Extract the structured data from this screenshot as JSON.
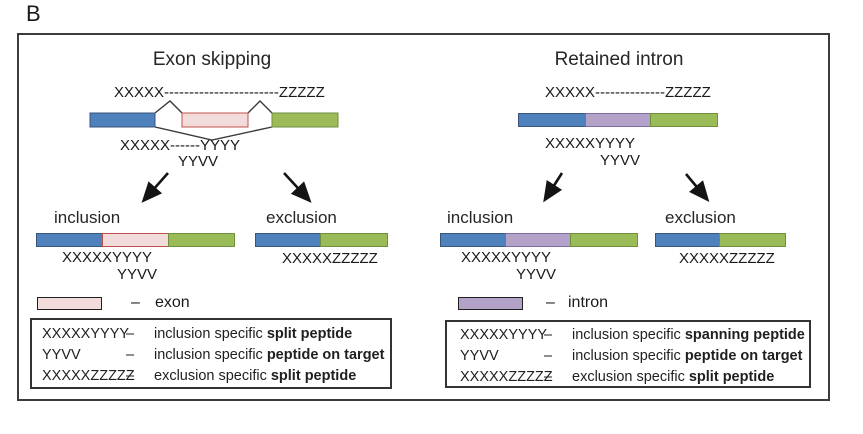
{
  "figure_label": "B",
  "colors": {
    "exon_blue": "#4f81bd",
    "alt_exon_pink_fill": "#f2dcdb",
    "alt_exon_pink_border": "#c0504d",
    "exon_green": "#9bbb59",
    "intron_purple_fill": "#b3a2c7",
    "intron_purple_border": "#7e6ba0"
  },
  "icons": {
    "inclusion_arrow": "down-left-arrow",
    "exclusion_arrow": "down-right-arrow"
  },
  "panels": {
    "exon_skipping": {
      "title": "Exon skipping",
      "pre_mrna_sequence": "XXXXX-----------------------ZZZZZ",
      "junction_sequence_line1": "XXXXX------YYYY",
      "junction_sequence_line2": "YYVV",
      "inclusion": {
        "label": "inclusion",
        "peptide_line1": "XXXXXYYYY",
        "peptide_line2": "YYVV"
      },
      "exclusion": {
        "label": "exclusion",
        "peptide": "XXXXXZZZZZ"
      },
      "feature_legend": {
        "dash": "–",
        "label": "exon"
      },
      "legend_box": {
        "rows": [
          {
            "code": "XXXXXYYYY",
            "dash": "–",
            "desc_normal": "inclusion specific ",
            "desc_bold": "split peptide"
          },
          {
            "code": "YYVV",
            "dash": "–",
            "desc_normal": "inclusion specific ",
            "desc_bold": "peptide on target"
          },
          {
            "code": "XXXXXZZZZZ",
            "dash": "–",
            "desc_normal": "exclusion specific ",
            "desc_bold": "split peptide"
          }
        ]
      }
    },
    "retained_intron": {
      "title": "Retained intron",
      "pre_mrna_sequence": "XXXXX--------------ZZZZZ",
      "junction_sequence_line1": "XXXXXYYYY",
      "junction_sequence_line2": "YYVV",
      "inclusion": {
        "label": "inclusion",
        "peptide_line1": "XXXXXYYYY",
        "peptide_line2": "YYVV"
      },
      "exclusion": {
        "label": "exclusion",
        "peptide": "XXXXXZZZZZ"
      },
      "feature_legend": {
        "dash": "–",
        "label": "intron"
      },
      "legend_box": {
        "rows": [
          {
            "code": "XXXXXYYYY",
            "dash": "–",
            "desc_normal": "inclusion specific ",
            "desc_bold": "spanning peptide"
          },
          {
            "code": "YYVV",
            "dash": "–",
            "desc_normal": "inclusion specific ",
            "desc_bold": "peptide on target"
          },
          {
            "code": "XXXXXZZZZZ",
            "dash": "–",
            "desc_normal": "exclusion specific ",
            "desc_bold": "split peptide"
          }
        ]
      }
    }
  }
}
